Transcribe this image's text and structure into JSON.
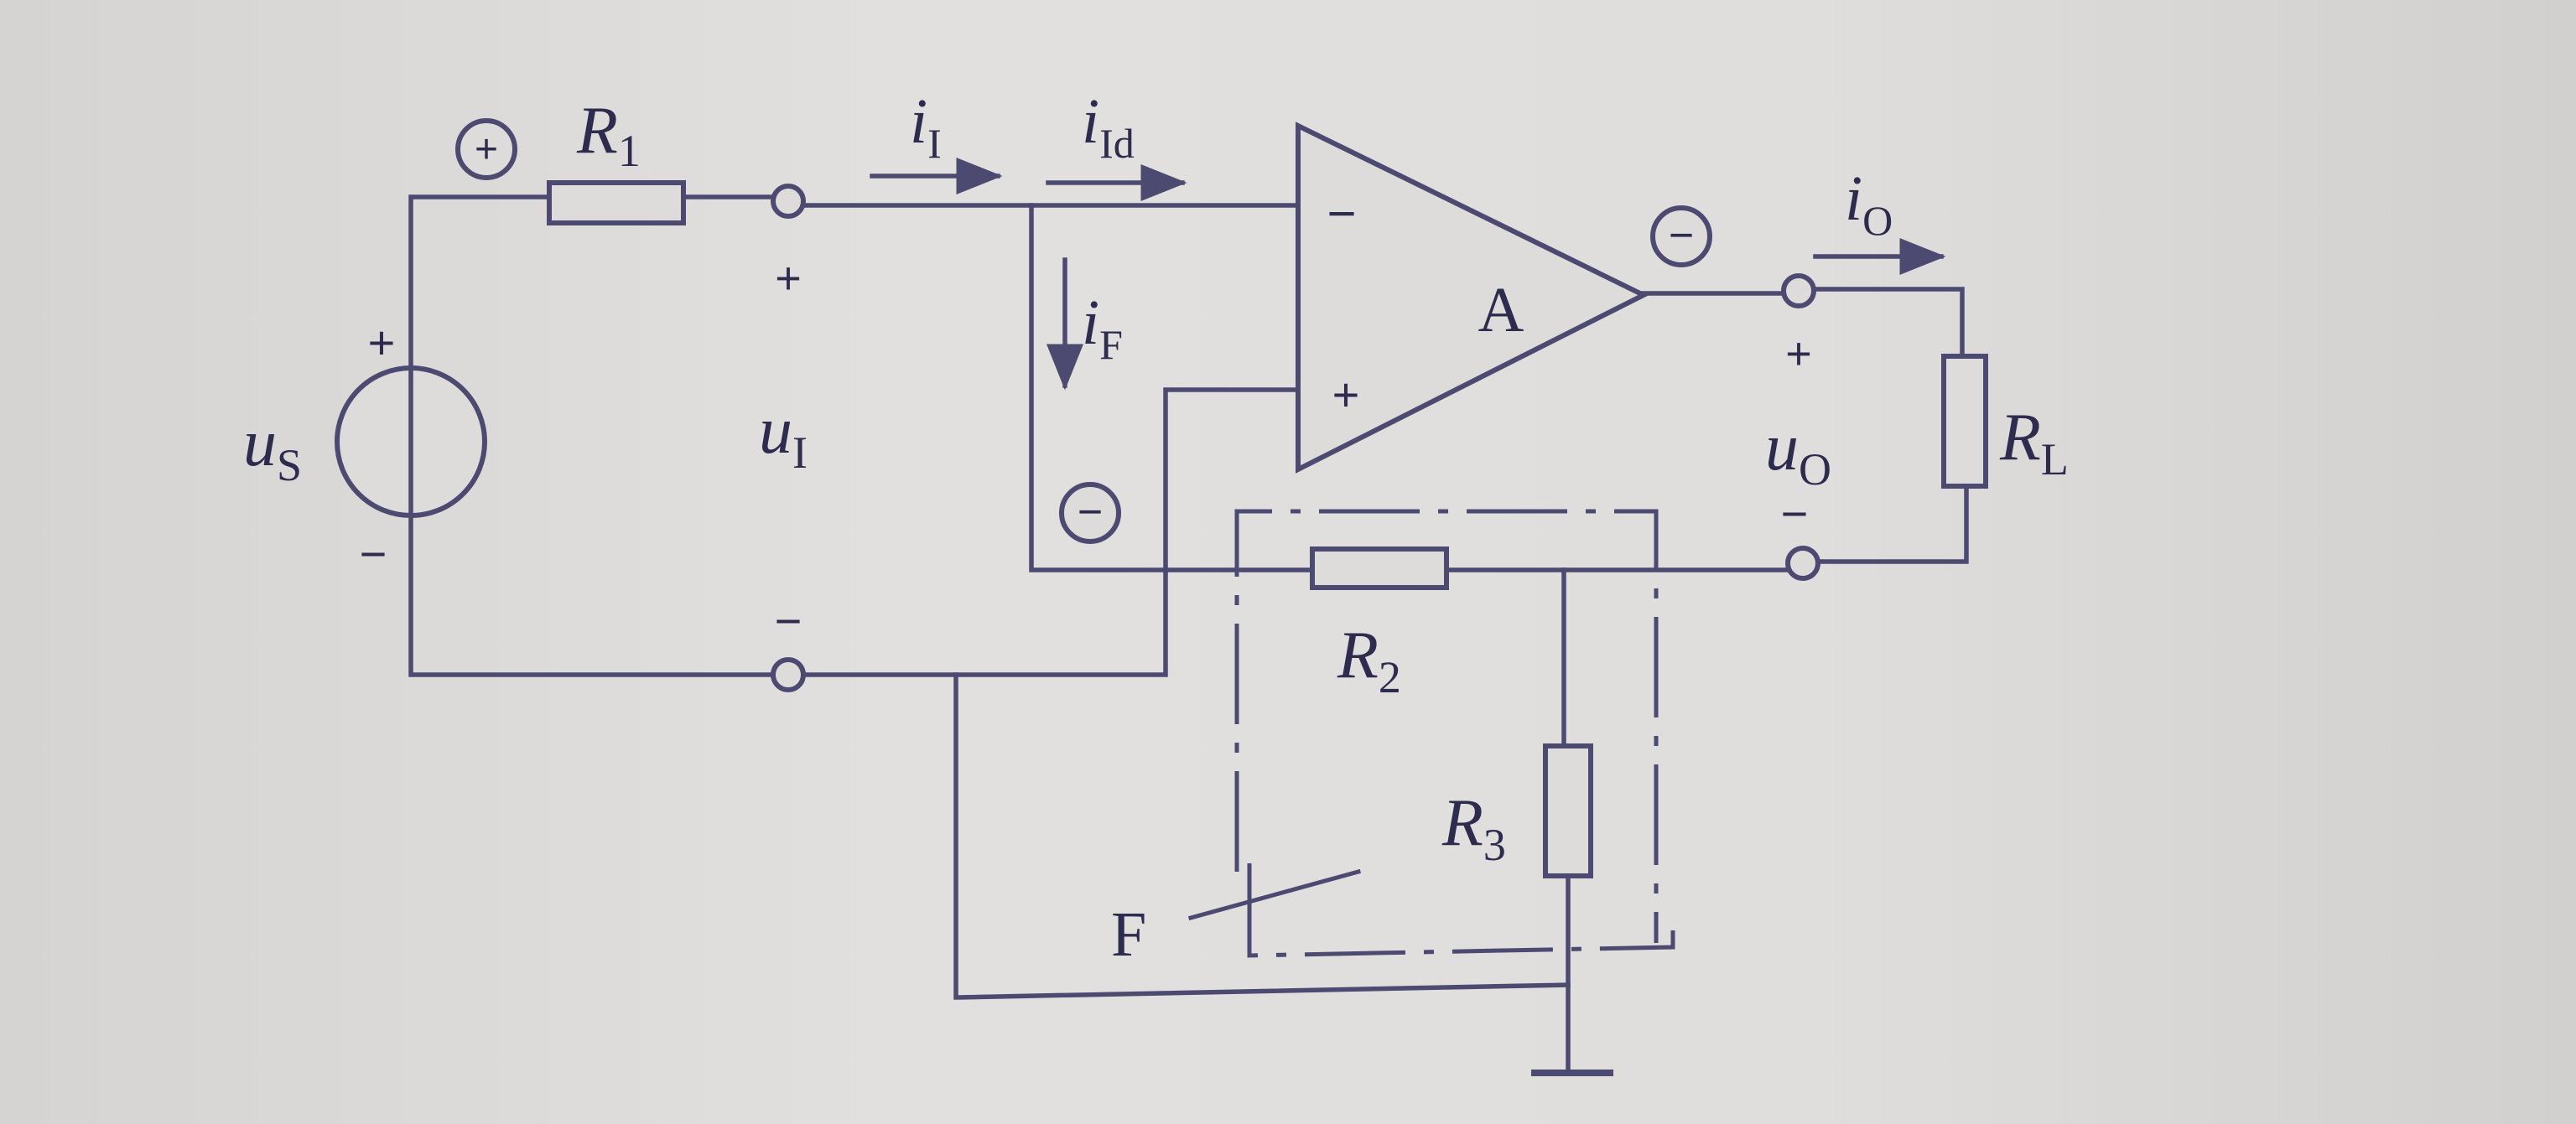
{
  "colors": {
    "ink": "#4d4a72",
    "paper": "#dedcda",
    "text": "#2e2c4e"
  },
  "source": {
    "name": "u",
    "sub": "S",
    "plus": "+",
    "minus": "−"
  },
  "r1": {
    "name": "R",
    "sub": "1"
  },
  "r2": {
    "name": "R",
    "sub": "2"
  },
  "r3": {
    "name": "R",
    "sub": "3"
  },
  "rl": {
    "name": "R",
    "sub": "L"
  },
  "opamp": {
    "name": "A",
    "inv": "−",
    "noninv": "+"
  },
  "input": {
    "name": "u",
    "sub": "I",
    "plus": "+",
    "minus": "−"
  },
  "output": {
    "name": "u",
    "sub": "O",
    "plus": "+",
    "minus": "−"
  },
  "currents": {
    "i_in": {
      "name": "i",
      "sub": "I"
    },
    "i_id": {
      "name": "i",
      "sub": "Id"
    },
    "i_f": {
      "name": "i",
      "sub": "F"
    },
    "i_o": {
      "name": "i",
      "sub": "O"
    }
  },
  "polarity": {
    "input_node": "+",
    "feedback_node": "−",
    "output_node": "−"
  },
  "feedback_network": {
    "label": "F"
  }
}
